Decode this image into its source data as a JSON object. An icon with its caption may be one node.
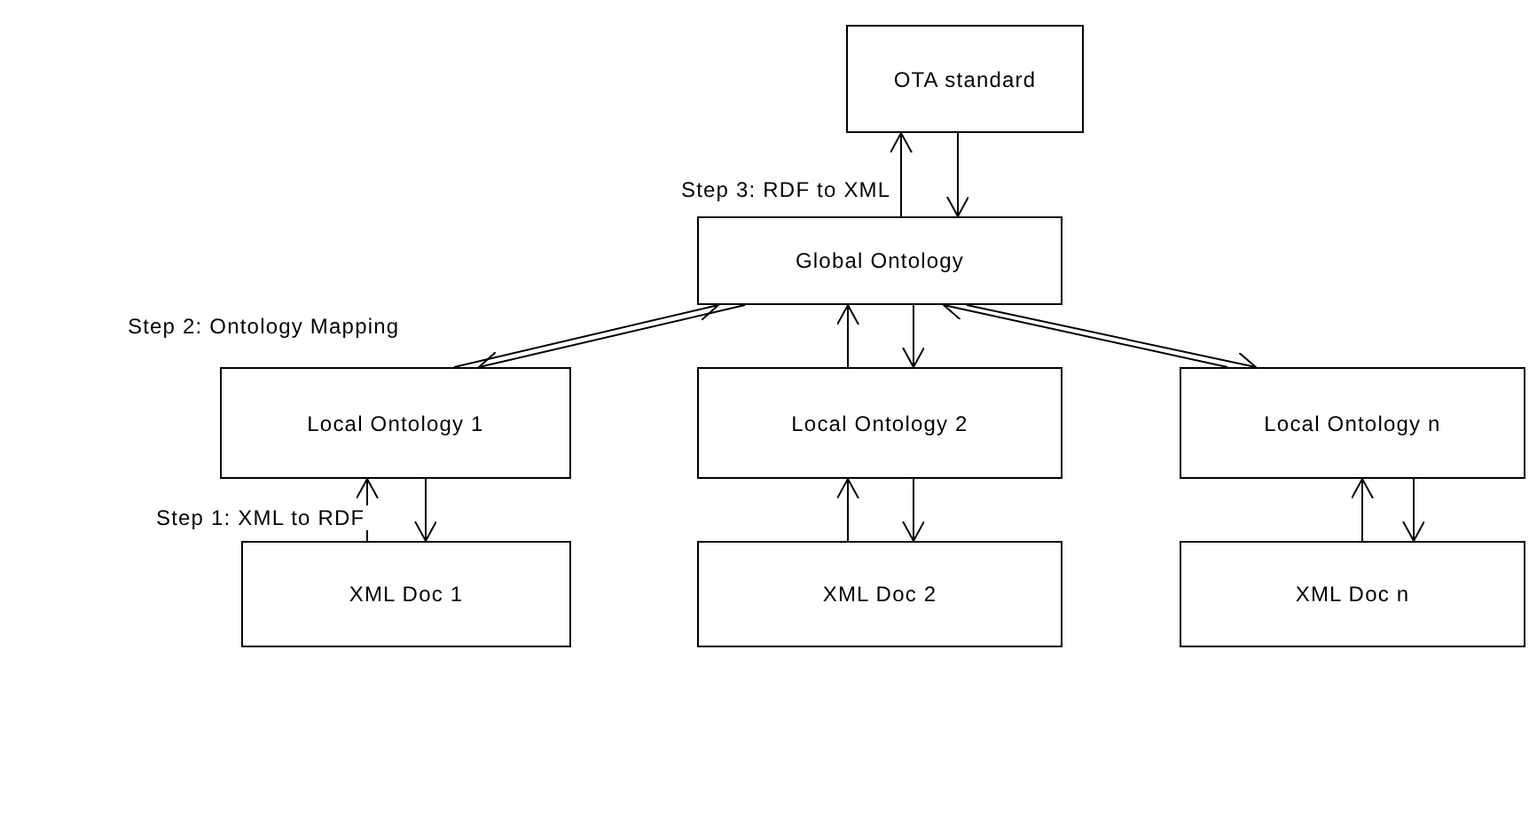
{
  "diagram": {
    "nodes": [
      {
        "text": [
          "OTA standard"
        ]
      },
      {
        "text": [
          "Global Ontology"
        ]
      },
      {
        "text": [
          "Local Ontology 1"
        ]
      },
      {
        "text": [
          "Local Ontology 2"
        ]
      },
      {
        "text": [
          "Local Ontology n"
        ]
      },
      {
        "text": [
          "XML Doc 1"
        ]
      },
      {
        "text": [
          "XML Doc 2"
        ]
      },
      {
        "text": [
          "XML Doc n"
        ]
      }
    ],
    "edges": [
      {
        "from": 1,
        "to": 0,
        "arrow": "to",
        "label": "Step 3: RDF to XML"
      },
      {
        "from": 0,
        "to": 1,
        "arrow": "to"
      },
      {
        "from": 2,
        "to": 1,
        "arrow": "to",
        "label": "Step 2: Ontology Mapping"
      },
      {
        "from": 1,
        "to": 2,
        "arrow": "to"
      },
      {
        "from": 3,
        "to": 1,
        "arrow": "to"
      },
      {
        "from": 1,
        "to": 3,
        "arrow": "to"
      },
      {
        "from": 4,
        "to": 1,
        "arrow": "to"
      },
      {
        "from": 1,
        "to": 4,
        "arrow": "to"
      },
      {
        "from": 5,
        "to": 2,
        "arrow": "to",
        "label": "Step 1: XML to RDF"
      },
      {
        "from": 2,
        "to": 5,
        "arrow": "to"
      },
      {
        "from": 6,
        "to": 3,
        "arrow": "to"
      },
      {
        "from": 3,
        "to": 6,
        "arrow": "to"
      },
      {
        "from": 7,
        "to": 4,
        "arrow": "to"
      },
      {
        "from": 4,
        "to": 7,
        "arrow": "to"
      }
    ]
  }
}
